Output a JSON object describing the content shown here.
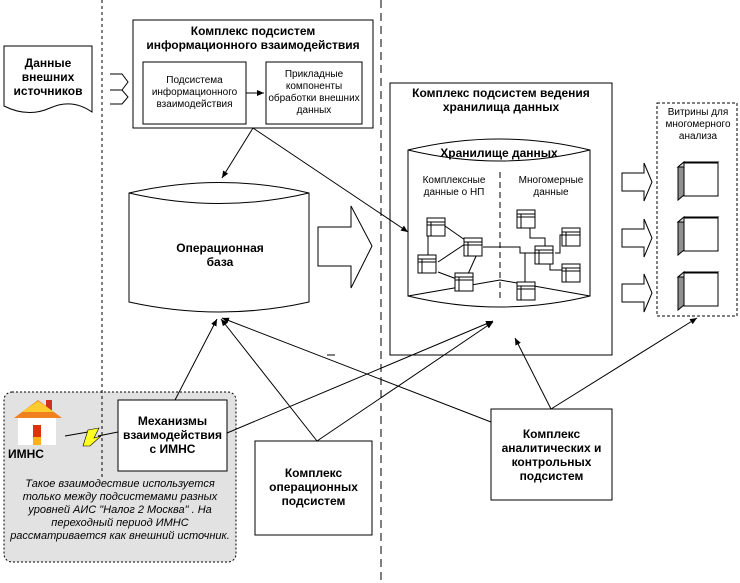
{
  "external_sources": {
    "label": "Данные внешних источников"
  },
  "info_complex": {
    "title": "Комплекс подсистем информационного взаимодействия",
    "subsystem": "Подсистема информационного взаимодействия",
    "applied": "Прикладные компоненты обработки внешних данных"
  },
  "operational_db": {
    "label": "Операционная база"
  },
  "warehouse_complex": {
    "title": "Комплекс подсистем ведения хранилища данных",
    "storage_title": "Хранилище данных",
    "left_section": "Комплексные данные о НП",
    "right_section": "Многомерные данные"
  },
  "showcases": {
    "title": "Витрины для многомерного анализа",
    "count": 3
  },
  "imns_group": {
    "imns_label": "ИМНС",
    "mechanisms": "Механизмы взаимодействия с ИМНС",
    "note": "Такое взаимодествие используется только между подсистемами разных уровней АИС \"Налог 2 Москва\" . На переходный период ИМНС рассматривается как внешний источник."
  },
  "operational_complex": {
    "label": "Комплекс операционных подсистем"
  },
  "analytic_complex": {
    "label": "Комплекс аналитических и контрольных подсистем"
  },
  "colors": {
    "house_roof": "#f08020",
    "house_door": "#e03010",
    "bolt": "#ffff20",
    "note_bg": "#e2e2e2",
    "cube_side": "#909090"
  }
}
